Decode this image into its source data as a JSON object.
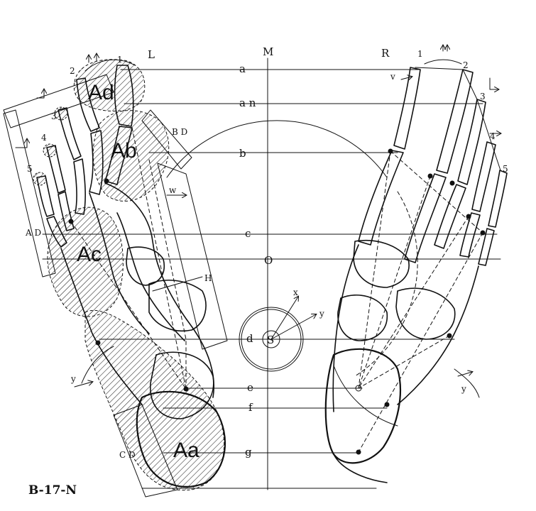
{
  "figure_id": "B-17-N",
  "side_labels": {
    "left": "L",
    "right": "R"
  },
  "midline_label": "M",
  "center_label": "O",
  "pivot_label": "S",
  "axis_labels": {
    "x": "x",
    "y": "y",
    "y_left": "y",
    "y_right": "y"
  },
  "level_labels": [
    "a",
    "a n",
    "b",
    "c",
    "d",
    "e",
    "f",
    "g"
  ],
  "zone_labels": [
    "Ad",
    "Ab",
    "Ac",
    "Aa"
  ],
  "dimension_labels": {
    "BD": "B D",
    "AD": "A D",
    "CD": "C D",
    "W": "w",
    "H": "H",
    "V": "v"
  },
  "toe_numbers_left": [
    "1",
    "2",
    "3",
    "4",
    "5"
  ],
  "toe_numbers_right": [
    "1",
    "2",
    "3",
    "4",
    "5"
  ],
  "colors": {
    "ink": "#111111",
    "paper": "#ffffff",
    "hatch": "#222222"
  }
}
